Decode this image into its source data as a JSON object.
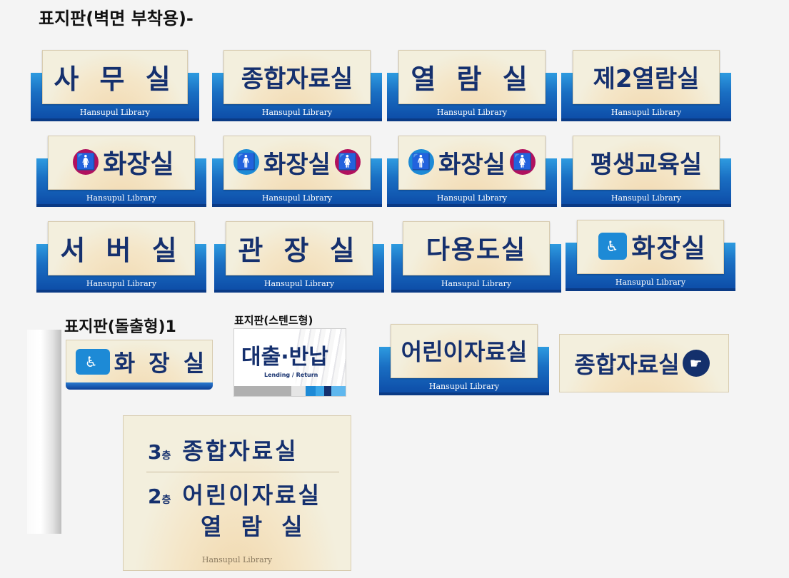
{
  "headings": {
    "wall": "표지판(벽면 부착용)-",
    "protruding": "표지판(돌출형)1",
    "stand": "표지판(스텐드형)"
  },
  "library": "Hansupul Library",
  "wall_signs": [
    {
      "title": "사 무 실",
      "left_icon": "",
      "right_icon": ""
    },
    {
      "title": "종합자료실",
      "left_icon": "",
      "right_icon": ""
    },
    {
      "title": "열 람 실",
      "left_icon": "",
      "right_icon": ""
    },
    {
      "title": "제2열람실",
      "left_icon": "",
      "right_icon": ""
    },
    {
      "title": "화장실",
      "left_icon": "female-restroom-icon",
      "right_icon": ""
    },
    {
      "title": "화장실",
      "left_icon": "male-restroom-icon",
      "right_icon": "female-restroom-icon"
    },
    {
      "title": "화장실",
      "left_icon": "male-restroom-icon",
      "right_icon": "female-restroom-icon"
    },
    {
      "title": "평생교육실",
      "left_icon": "",
      "right_icon": ""
    },
    {
      "title": "서 버 실",
      "left_icon": "",
      "right_icon": ""
    },
    {
      "title": "관 장 실",
      "left_icon": "",
      "right_icon": ""
    },
    {
      "title": "다용도실",
      "left_icon": "",
      "right_icon": ""
    },
    {
      "title": "화장실",
      "left_icon": "accessible-restroom-icon",
      "right_icon": ""
    },
    {
      "title": "어린이자료실",
      "left_icon": "",
      "right_icon": ""
    }
  ],
  "protruding_sign": {
    "title": "화 장 실",
    "icon": "accessible-restroom-icon"
  },
  "stand_sign": {
    "title": "대출·반납",
    "subtitle": "Lending / Return"
  },
  "hand_sign": {
    "title": "종합자료실",
    "icon": "pointing-hand-icon"
  },
  "directory": {
    "rows": [
      {
        "floor_num": "3",
        "floor_suffix": "층",
        "name": "종합자료실"
      },
      {
        "floor_num": "2",
        "floor_suffix": "층",
        "name": "어린이자료실"
      },
      {
        "floor_num": "",
        "floor_suffix": "",
        "name": "열 람 실"
      }
    ]
  },
  "colors": {
    "navy": "#15306e",
    "blue": "#1a6fc3",
    "female": "#b0115e",
    "male": "#1d8ad6"
  }
}
